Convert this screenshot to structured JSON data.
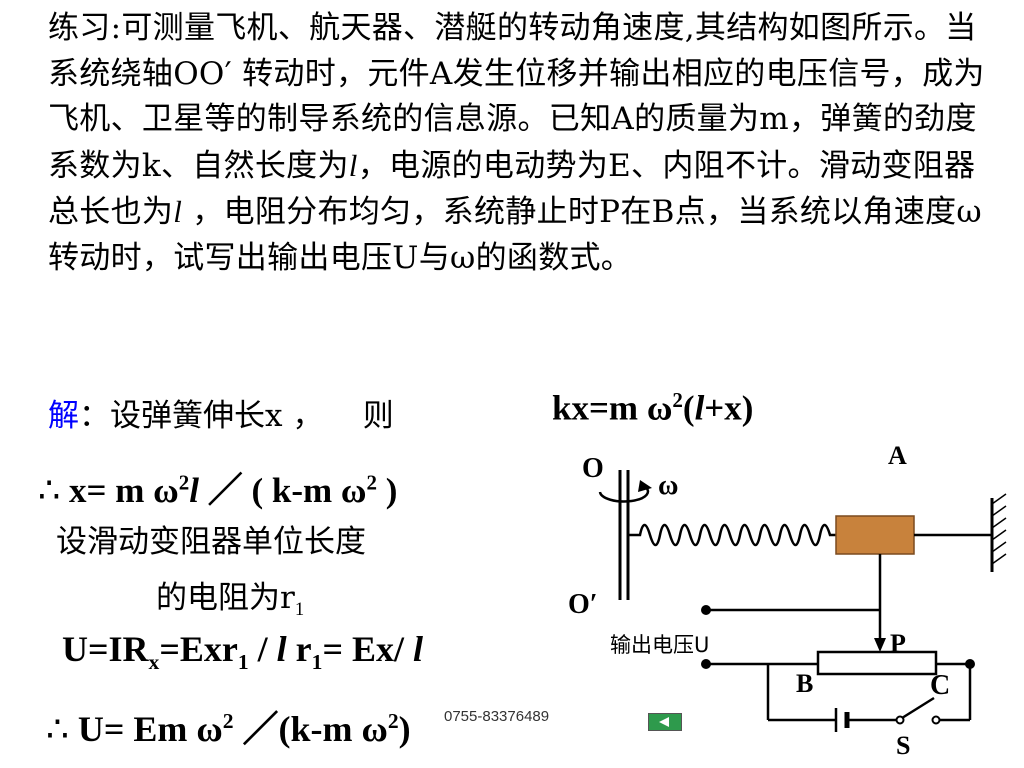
{
  "problem": {
    "p1": "练习:可测量飞机、航天器、潜艇的转动角速度,其结构如图所示。当系统绕轴OO′ 转动时，元件A发生位移并输出相应的电压信号，成为飞机、卫星等的制导系统的信息源。已知A的质量为m，弹簧的劲度系数为k、自然长度为",
    "l": "l",
    "p2": "，电源的电动势为E、内阻不计。滑动变阻器总长也为",
    "p3": " ，电阻分布均匀，系统静止时P在B点，当系统以角速度ω转动时，试写出输出电压U与ω的函数式。"
  },
  "solution": {
    "jie": "解",
    "colon": "：",
    "setup": "设弹簧伸长x ，    则",
    "eq1_a": "kx=m ω",
    "sup2": "2",
    "eq1_b": "(",
    "eq1_c": "+x)",
    "therefore": "∴",
    "eq2_a": " x= m ω",
    "eq2_b": " ／ ( k-m ω",
    "eq2_c": " )",
    "line3": "设滑动变阻器单位长度",
    "line4": "的电阻为r",
    "sub1": "1",
    "eq3_a": "U=IR",
    "subx": "x",
    "eq3_b": "=Exr",
    "eq3_c": " / ",
    "eq3_d": " r",
    "eq3_e": "= Ex/ ",
    "eq4_a": " U= Em ω",
    "eq4_b": " ／(k-m ω",
    "eq4_c": ")"
  },
  "diagram": {
    "label_O": "O",
    "label_O_prime": "O′",
    "label_omega": "ω",
    "label_A": "A",
    "label_output": "输出电压U",
    "label_P": "P",
    "label_B": "B",
    "label_C": "C",
    "label_S": "S",
    "block_color": "#c8823c",
    "wire_color": "#000000"
  },
  "footer": {
    "phone": "0755-83376489",
    "back_color": "#2e9a4c"
  }
}
